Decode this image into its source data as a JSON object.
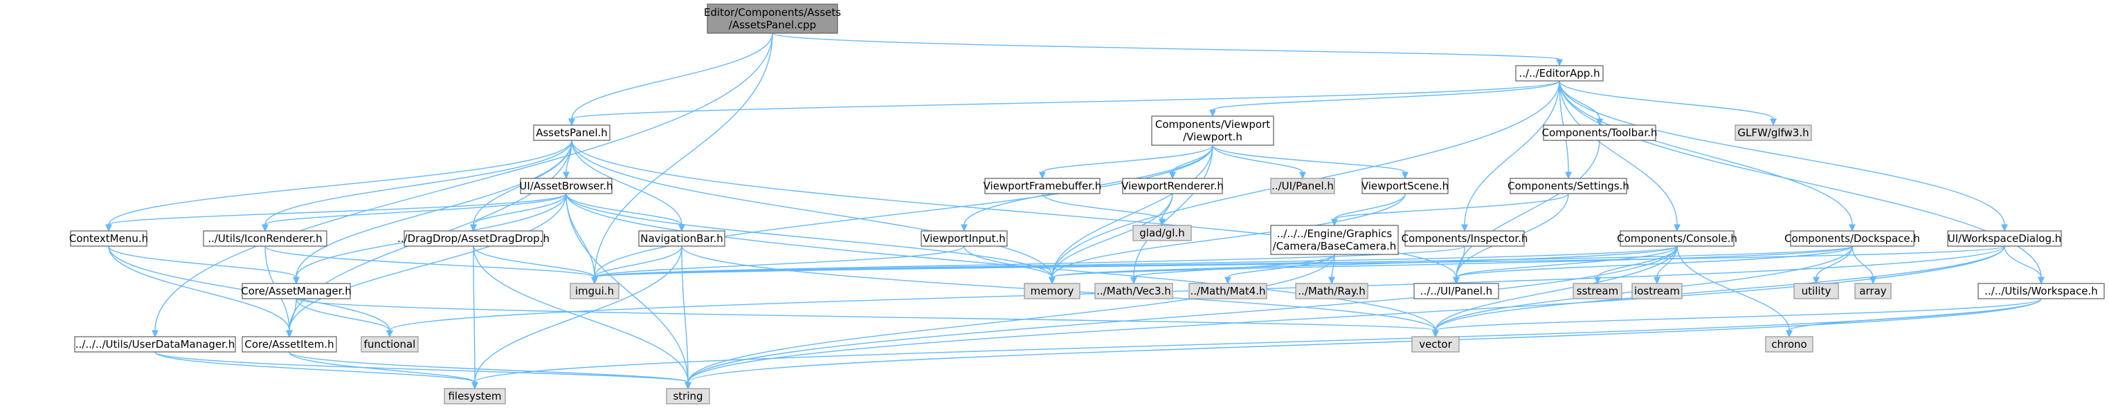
{
  "graph": {
    "nodes": [
      {
        "id": "root",
        "lines": [
          "Editor/Components/Assets",
          "/AssetsPanel.cpp"
        ],
        "kind": "root"
      },
      {
        "id": "editorapp",
        "lines": [
          "../../EditorApp.h"
        ],
        "kind": "doc"
      },
      {
        "id": "assetspanel",
        "lines": [
          "AssetsPanel.h"
        ],
        "kind": "doc"
      },
      {
        "id": "viewport",
        "lines": [
          "Components/Viewport",
          "/Viewport.h"
        ],
        "kind": "doc"
      },
      {
        "id": "toolbar",
        "lines": [
          "Components/Toolbar.h"
        ],
        "kind": "doc"
      },
      {
        "id": "glfw",
        "lines": [
          "GLFW/glfw3.h"
        ],
        "kind": "ext"
      },
      {
        "id": "assetbrowser",
        "lines": [
          "UI/AssetBrowser.h"
        ],
        "kind": "doc"
      },
      {
        "id": "vpframebuf",
        "lines": [
          "ViewportFramebuffer.h"
        ],
        "kind": "doc"
      },
      {
        "id": "vprenderer",
        "lines": [
          "ViewportRenderer.h"
        ],
        "kind": "doc"
      },
      {
        "id": "uipanel_ext",
        "lines": [
          "../UI/Panel.h"
        ],
        "kind": "ext"
      },
      {
        "id": "vpscene",
        "lines": [
          "ViewportScene.h"
        ],
        "kind": "doc"
      },
      {
        "id": "settings",
        "lines": [
          "Components/Settings.h"
        ],
        "kind": "doc"
      },
      {
        "id": "gladgl",
        "lines": [
          "glad/gl.h"
        ],
        "kind": "ext"
      },
      {
        "id": "contextmenu",
        "lines": [
          "ContextMenu.h"
        ],
        "kind": "doc"
      },
      {
        "id": "iconrenderer",
        "lines": [
          "../Utils/IconRenderer.h"
        ],
        "kind": "doc"
      },
      {
        "id": "dragdrop",
        "lines": [
          "../DragDrop/AssetDragDrop.h"
        ],
        "kind": "doc"
      },
      {
        "id": "navbar",
        "lines": [
          "NavigationBar.h"
        ],
        "kind": "doc"
      },
      {
        "id": "vpinput",
        "lines": [
          "ViewportInput.h"
        ],
        "kind": "doc"
      },
      {
        "id": "basecamera",
        "lines": [
          "../../../Engine/Graphics",
          "/Camera/BaseCamera.h"
        ],
        "kind": "doc"
      },
      {
        "id": "inspector",
        "lines": [
          "Components/Inspector.h"
        ],
        "kind": "doc"
      },
      {
        "id": "console",
        "lines": [
          "Components/Console.h"
        ],
        "kind": "doc"
      },
      {
        "id": "dockspace",
        "lines": [
          "Components/Dockspace.h"
        ],
        "kind": "doc"
      },
      {
        "id": "wsdialog",
        "lines": [
          "UI/WorkspaceDialog.h"
        ],
        "kind": "doc"
      },
      {
        "id": "assetmgr",
        "lines": [
          "Core/AssetManager.h"
        ],
        "kind": "doc"
      },
      {
        "id": "imgui",
        "lines": [
          "imgui.h"
        ],
        "kind": "ext"
      },
      {
        "id": "memory",
        "lines": [
          "memory"
        ],
        "kind": "ext"
      },
      {
        "id": "vec3",
        "lines": [
          "../Math/Vec3.h"
        ],
        "kind": "ext"
      },
      {
        "id": "mat4",
        "lines": [
          "../Math/Mat4.h"
        ],
        "kind": "ext"
      },
      {
        "id": "ray",
        "lines": [
          "../Math/Ray.h"
        ],
        "kind": "ext"
      },
      {
        "id": "uipanel",
        "lines": [
          "../../UI/Panel.h"
        ],
        "kind": "doc"
      },
      {
        "id": "sstream",
        "lines": [
          "sstream"
        ],
        "kind": "ext"
      },
      {
        "id": "iostream",
        "lines": [
          "iostream"
        ],
        "kind": "ext"
      },
      {
        "id": "utility",
        "lines": [
          "utility"
        ],
        "kind": "ext"
      },
      {
        "id": "array",
        "lines": [
          "array"
        ],
        "kind": "ext"
      },
      {
        "id": "workspace",
        "lines": [
          "../../Utils/Workspace.h"
        ],
        "kind": "doc"
      },
      {
        "id": "userdata",
        "lines": [
          "../../../Utils/UserDataManager.h"
        ],
        "kind": "doc"
      },
      {
        "id": "assetitem",
        "lines": [
          "Core/AssetItem.h"
        ],
        "kind": "doc"
      },
      {
        "id": "functional",
        "lines": [
          "functional"
        ],
        "kind": "ext"
      },
      {
        "id": "vector",
        "lines": [
          "vector"
        ],
        "kind": "ext"
      },
      {
        "id": "chrono",
        "lines": [
          "chrono"
        ],
        "kind": "ext"
      },
      {
        "id": "filesystem",
        "lines": [
          "filesystem"
        ],
        "kind": "ext"
      },
      {
        "id": "string",
        "lines": [
          "string"
        ],
        "kind": "ext"
      }
    ],
    "edges": [
      [
        "root",
        "editorapp"
      ],
      [
        "root",
        "assetspanel"
      ],
      [
        "root",
        "imgui"
      ],
      [
        "root",
        "userdata"
      ],
      [
        "editorapp",
        "assetspanel"
      ],
      [
        "editorapp",
        "viewport"
      ],
      [
        "editorapp",
        "toolbar"
      ],
      [
        "editorapp",
        "glfw"
      ],
      [
        "editorapp",
        "settings"
      ],
      [
        "editorapp",
        "inspector"
      ],
      [
        "editorapp",
        "console"
      ],
      [
        "editorapp",
        "dockspace"
      ],
      [
        "editorapp",
        "wsdialog"
      ],
      [
        "editorapp",
        "workspace"
      ],
      [
        "editorapp",
        "memory"
      ],
      [
        "assetspanel",
        "assetbrowser"
      ],
      [
        "assetspanel",
        "contextmenu"
      ],
      [
        "assetspanel",
        "iconrenderer"
      ],
      [
        "assetspanel",
        "dragdrop"
      ],
      [
        "assetspanel",
        "navbar"
      ],
      [
        "assetspanel",
        "assetmgr"
      ],
      [
        "assetspanel",
        "assetitem"
      ],
      [
        "assetspanel",
        "uipanel"
      ],
      [
        "assetspanel",
        "memory"
      ],
      [
        "viewport",
        "vpframebuf"
      ],
      [
        "viewport",
        "vprenderer"
      ],
      [
        "viewport",
        "uipanel_ext"
      ],
      [
        "viewport",
        "vpscene"
      ],
      [
        "viewport",
        "vpinput"
      ],
      [
        "viewport",
        "imgui"
      ],
      [
        "viewport",
        "memory"
      ],
      [
        "viewport",
        "vec3"
      ],
      [
        "assetbrowser",
        "contextmenu"
      ],
      [
        "assetbrowser",
        "iconrenderer"
      ],
      [
        "assetbrowser",
        "dragdrop"
      ],
      [
        "assetbrowser",
        "navbar"
      ],
      [
        "assetbrowser",
        "assetmgr"
      ],
      [
        "assetbrowser",
        "assetitem"
      ],
      [
        "assetbrowser",
        "imgui"
      ],
      [
        "assetbrowser",
        "memory"
      ],
      [
        "assetbrowser",
        "vector"
      ],
      [
        "assetbrowser",
        "string"
      ],
      [
        "vpframebuf",
        "gladgl"
      ],
      [
        "vprenderer",
        "gladgl"
      ],
      [
        "vprenderer",
        "memory"
      ],
      [
        "vpscene",
        "basecamera"
      ],
      [
        "vpscene",
        "memory"
      ],
      [
        "toolbar",
        "uipanel"
      ],
      [
        "settings",
        "basecamera"
      ],
      [
        "settings",
        "uipanel"
      ],
      [
        "contextmenu",
        "assetmgr"
      ],
      [
        "contextmenu",
        "assetitem"
      ],
      [
        "contextmenu",
        "functional"
      ],
      [
        "iconrenderer",
        "imgui"
      ],
      [
        "iconrenderer",
        "assetitem"
      ],
      [
        "dragdrop",
        "imgui"
      ],
      [
        "dragdrop",
        "filesystem"
      ],
      [
        "dragdrop",
        "string"
      ],
      [
        "navbar",
        "imgui"
      ],
      [
        "navbar",
        "filesystem"
      ],
      [
        "navbar",
        "string"
      ],
      [
        "navbar",
        "vector"
      ],
      [
        "vpinput",
        "imgui"
      ],
      [
        "vpinput",
        "memory"
      ],
      [
        "basecamera",
        "vec3"
      ],
      [
        "basecamera",
        "mat4"
      ],
      [
        "basecamera",
        "ray"
      ],
      [
        "basecamera",
        "string"
      ],
      [
        "inspector",
        "imgui"
      ],
      [
        "inspector",
        "uipanel"
      ],
      [
        "console",
        "imgui"
      ],
      [
        "console",
        "uipanel"
      ],
      [
        "console",
        "sstream"
      ],
      [
        "console",
        "iostream"
      ],
      [
        "console",
        "vector"
      ],
      [
        "console",
        "chrono"
      ],
      [
        "console",
        "string"
      ],
      [
        "console",
        "memory"
      ],
      [
        "dockspace",
        "imgui"
      ],
      [
        "dockspace",
        "uipanel"
      ],
      [
        "dockspace",
        "utility"
      ],
      [
        "dockspace",
        "array"
      ],
      [
        "dockspace",
        "vector"
      ],
      [
        "dockspace",
        "memory"
      ],
      [
        "wsdialog",
        "imgui"
      ],
      [
        "wsdialog",
        "workspace"
      ],
      [
        "wsdialog",
        "vector"
      ],
      [
        "wsdialog",
        "string"
      ],
      [
        "wsdialog",
        "functional"
      ],
      [
        "workspace",
        "vector"
      ],
      [
        "workspace",
        "chrono"
      ],
      [
        "workspace",
        "string"
      ],
      [
        "workspace",
        "filesystem"
      ],
      [
        "assetmgr",
        "assetitem"
      ],
      [
        "assetmgr",
        "functional"
      ],
      [
        "assetmgr",
        "vector"
      ],
      [
        "assetitem",
        "filesystem"
      ],
      [
        "assetitem",
        "string"
      ],
      [
        "userdata",
        "filesystem"
      ],
      [
        "userdata",
        "string"
      ]
    ]
  }
}
